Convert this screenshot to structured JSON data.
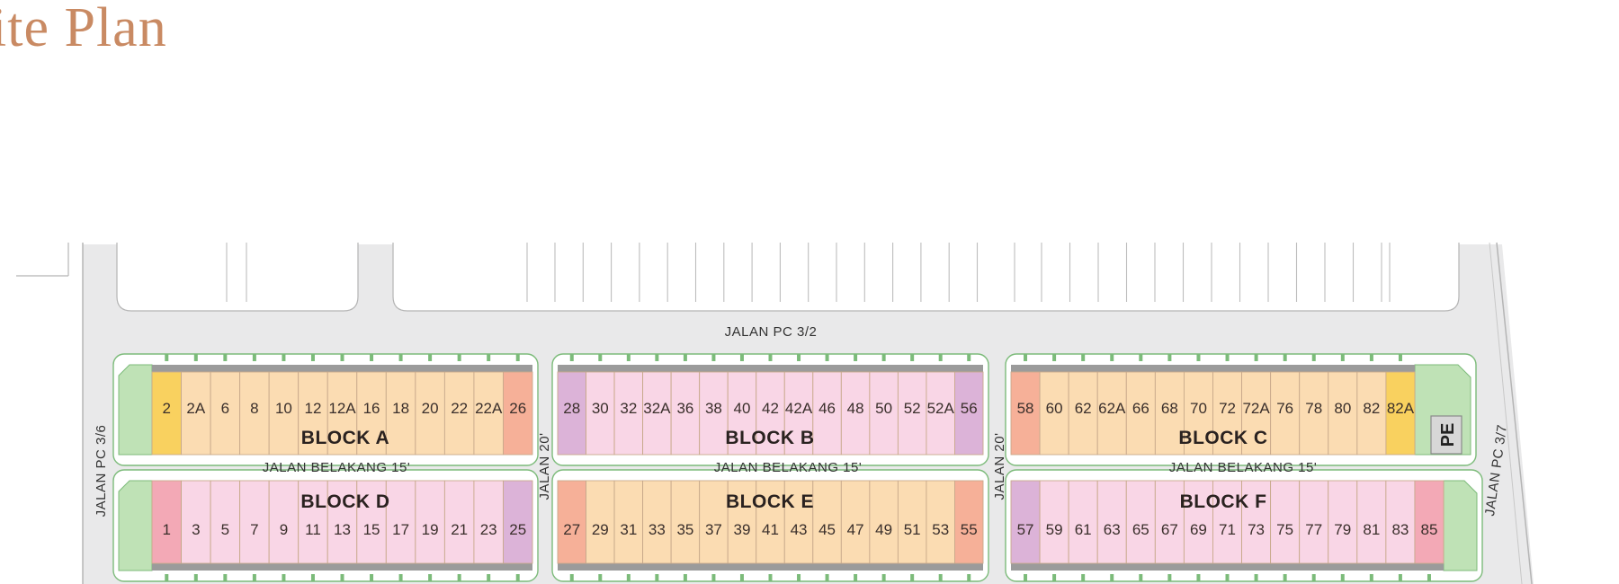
{
  "page": {
    "title": "ite Plan"
  },
  "colors": {
    "standard": "#fbdcb2",
    "pink": "#f9d6e6",
    "corner_yellow": "#f9d15f",
    "corner_salmon": "#f6b098",
    "corner_purple": "#dcb3d8",
    "corner_rose": "#f3a9b6",
    "green": "#bfe2b6",
    "road": "#e9e9ea",
    "substation": "#d7d7d7"
  },
  "roads": {
    "top": "JALAN PC 3/2",
    "back_lane": "JALAN BELAKANG 15'",
    "side_left": "JALAN PC 3/6",
    "side_right": "JALAN PC 3/7",
    "cross": "JALAN 20'"
  },
  "substation": {
    "label": "PE"
  },
  "blocks": [
    {
      "id": "A",
      "label": "BLOCK A",
      "row": "top",
      "units": [
        {
          "n": "2",
          "c": "corner_yellow"
        },
        {
          "n": "2A",
          "c": "standard"
        },
        {
          "n": "6",
          "c": "standard"
        },
        {
          "n": "8",
          "c": "standard"
        },
        {
          "n": "10",
          "c": "standard"
        },
        {
          "n": "12",
          "c": "standard"
        },
        {
          "n": "12A",
          "c": "standard"
        },
        {
          "n": "16",
          "c": "standard"
        },
        {
          "n": "18",
          "c": "standard"
        },
        {
          "n": "20",
          "c": "standard"
        },
        {
          "n": "22",
          "c": "standard"
        },
        {
          "n": "22A",
          "c": "standard"
        },
        {
          "n": "26",
          "c": "corner_salmon"
        }
      ]
    },
    {
      "id": "B",
      "label": "BLOCK B",
      "row": "top",
      "units": [
        {
          "n": "28",
          "c": "corner_purple"
        },
        {
          "n": "30",
          "c": "pink"
        },
        {
          "n": "32",
          "c": "pink"
        },
        {
          "n": "32A",
          "c": "pink"
        },
        {
          "n": "36",
          "c": "pink"
        },
        {
          "n": "38",
          "c": "pink"
        },
        {
          "n": "40",
          "c": "pink"
        },
        {
          "n": "42",
          "c": "pink"
        },
        {
          "n": "42A",
          "c": "pink"
        },
        {
          "n": "46",
          "c": "pink"
        },
        {
          "n": "48",
          "c": "pink"
        },
        {
          "n": "50",
          "c": "pink"
        },
        {
          "n": "52",
          "c": "pink"
        },
        {
          "n": "52A",
          "c": "pink"
        },
        {
          "n": "56",
          "c": "corner_purple"
        }
      ]
    },
    {
      "id": "C",
      "label": "BLOCK C",
      "row": "top",
      "units": [
        {
          "n": "58",
          "c": "corner_salmon"
        },
        {
          "n": "60",
          "c": "standard"
        },
        {
          "n": "62",
          "c": "standard"
        },
        {
          "n": "62A",
          "c": "standard"
        },
        {
          "n": "66",
          "c": "standard"
        },
        {
          "n": "68",
          "c": "standard"
        },
        {
          "n": "70",
          "c": "standard"
        },
        {
          "n": "72",
          "c": "standard"
        },
        {
          "n": "72A",
          "c": "standard"
        },
        {
          "n": "76",
          "c": "standard"
        },
        {
          "n": "78",
          "c": "standard"
        },
        {
          "n": "80",
          "c": "standard"
        },
        {
          "n": "82",
          "c": "standard"
        },
        {
          "n": "82A",
          "c": "corner_yellow"
        }
      ]
    },
    {
      "id": "D",
      "label": "BLOCK D",
      "row": "bottom",
      "units": [
        {
          "n": "1",
          "c": "corner_rose"
        },
        {
          "n": "3",
          "c": "pink"
        },
        {
          "n": "5",
          "c": "pink"
        },
        {
          "n": "7",
          "c": "pink"
        },
        {
          "n": "9",
          "c": "pink"
        },
        {
          "n": "11",
          "c": "pink"
        },
        {
          "n": "13",
          "c": "pink"
        },
        {
          "n": "15",
          "c": "pink"
        },
        {
          "n": "17",
          "c": "pink"
        },
        {
          "n": "19",
          "c": "pink"
        },
        {
          "n": "21",
          "c": "pink"
        },
        {
          "n": "23",
          "c": "pink"
        },
        {
          "n": "25",
          "c": "corner_purple"
        }
      ]
    },
    {
      "id": "E",
      "label": "BLOCK E",
      "row": "bottom",
      "units": [
        {
          "n": "27",
          "c": "corner_salmon"
        },
        {
          "n": "29",
          "c": "standard"
        },
        {
          "n": "31",
          "c": "standard"
        },
        {
          "n": "33",
          "c": "standard"
        },
        {
          "n": "35",
          "c": "standard"
        },
        {
          "n": "37",
          "c": "standard"
        },
        {
          "n": "39",
          "c": "standard"
        },
        {
          "n": "41",
          "c": "standard"
        },
        {
          "n": "43",
          "c": "standard"
        },
        {
          "n": "45",
          "c": "standard"
        },
        {
          "n": "47",
          "c": "standard"
        },
        {
          "n": "49",
          "c": "standard"
        },
        {
          "n": "51",
          "c": "standard"
        },
        {
          "n": "53",
          "c": "standard"
        },
        {
          "n": "55",
          "c": "corner_salmon"
        }
      ]
    },
    {
      "id": "F",
      "label": "BLOCK F",
      "row": "bottom",
      "units": [
        {
          "n": "57",
          "c": "corner_purple"
        },
        {
          "n": "59",
          "c": "pink"
        },
        {
          "n": "61",
          "c": "pink"
        },
        {
          "n": "63",
          "c": "pink"
        },
        {
          "n": "65",
          "c": "pink"
        },
        {
          "n": "67",
          "c": "pink"
        },
        {
          "n": "69",
          "c": "pink"
        },
        {
          "n": "71",
          "c": "pink"
        },
        {
          "n": "73",
          "c": "pink"
        },
        {
          "n": "75",
          "c": "pink"
        },
        {
          "n": "77",
          "c": "pink"
        },
        {
          "n": "79",
          "c": "pink"
        },
        {
          "n": "81",
          "c": "pink"
        },
        {
          "n": "83",
          "c": "pink"
        },
        {
          "n": "85",
          "c": "corner_rose"
        }
      ]
    }
  ]
}
